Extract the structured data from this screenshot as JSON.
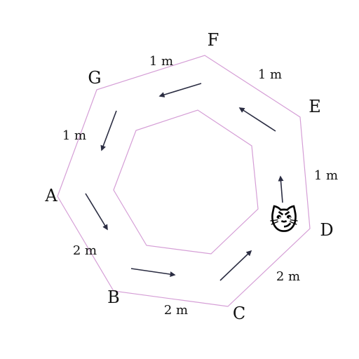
{
  "colors": {
    "track": "#d59ed6",
    "arrow": "#2b2d42",
    "text": "#111111"
  },
  "vertices": [
    {
      "id": "A",
      "label": "A"
    },
    {
      "id": "B",
      "label": "B"
    },
    {
      "id": "C",
      "label": "C"
    },
    {
      "id": "D",
      "label": "D"
    },
    {
      "id": "E",
      "label": "E"
    },
    {
      "id": "F",
      "label": "F"
    },
    {
      "id": "G",
      "label": "G"
    }
  ],
  "edges": [
    {
      "from": "A",
      "to": "B",
      "label": "2 m"
    },
    {
      "from": "B",
      "to": "C",
      "label": "2 m"
    },
    {
      "from": "C",
      "to": "D",
      "label": "2 m"
    },
    {
      "from": "D",
      "to": "E",
      "label": "1 m"
    },
    {
      "from": "E",
      "to": "F",
      "label": "1 m"
    },
    {
      "from": "F",
      "to": "G",
      "label": "1 m"
    },
    {
      "from": "G",
      "to": "A",
      "label": "1 m"
    }
  ],
  "marker": {
    "icon": "cat-face-icon",
    "glyph": "😼",
    "near_vertex": "D"
  },
  "direction": "counter-clockwise"
}
